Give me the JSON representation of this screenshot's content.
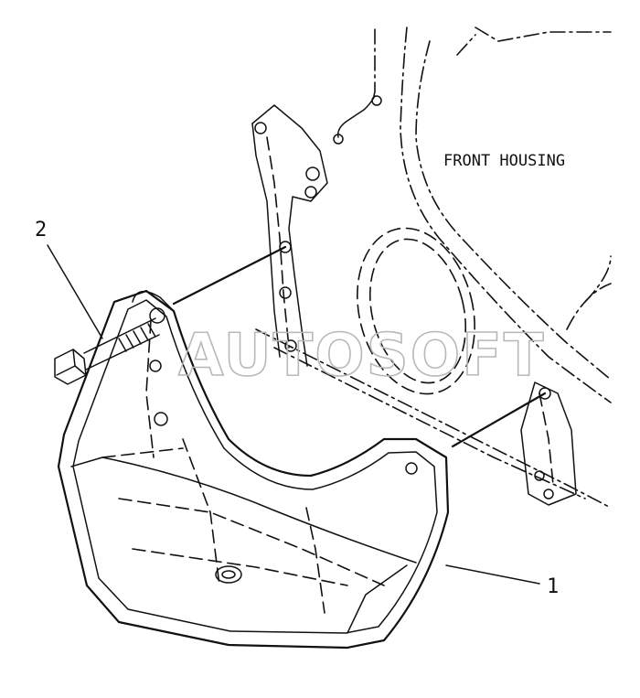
{
  "diagram": {
    "housing_label": "FRONT HOUSING",
    "callouts": [
      {
        "id": "1",
        "text": "1"
      },
      {
        "id": "2",
        "text": "2"
      }
    ],
    "watermark": "AUTOSOFT"
  }
}
